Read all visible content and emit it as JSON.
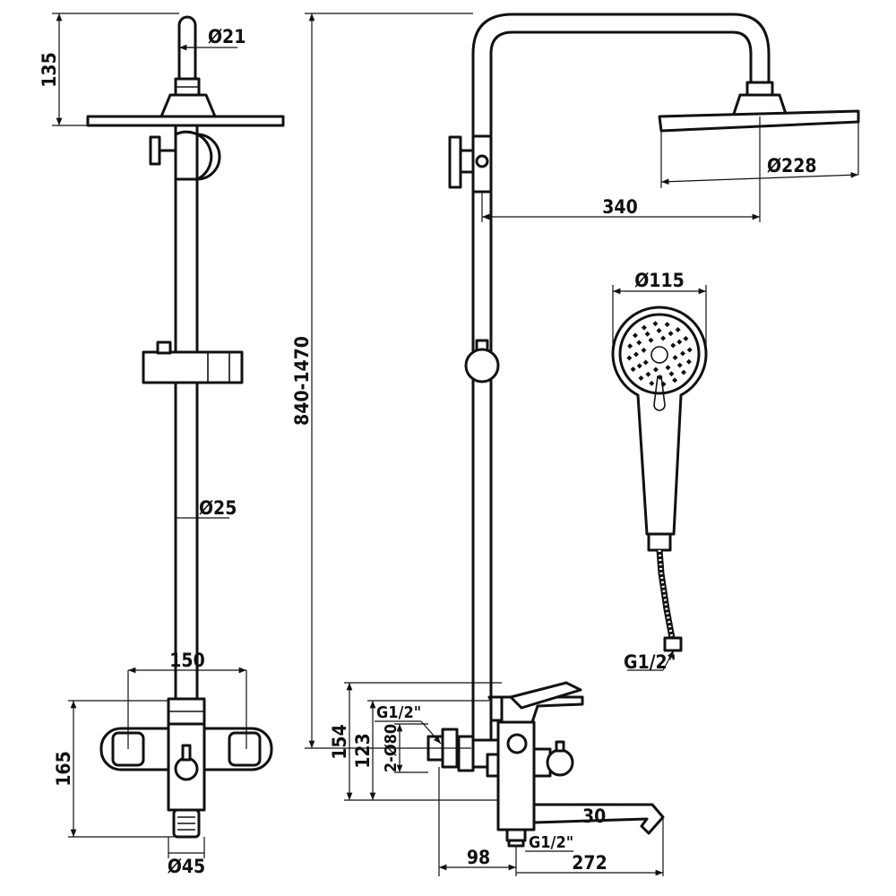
{
  "dimensions": {
    "head_height": "135",
    "arm_diameter": "Ø21",
    "pipe_diameter": "Ø25",
    "valve_center_width": "150",
    "body_height_left": "165",
    "outlet_diameter": "Ø45",
    "total_height": "840-1470",
    "overhead_diameter": "Ø228",
    "arm_reach": "340",
    "handshower_diameter": "Ø115",
    "hose_thread": "G1/2\"",
    "inlet_thread": "G1/2\"",
    "body_height_outer": "154",
    "body_height_inner": "123",
    "flange_diameter": "2-Ø80",
    "spout_height": "30",
    "outlet_thread": "G1/2\"",
    "wall_to_outlet": "98",
    "spout_reach": "272"
  }
}
